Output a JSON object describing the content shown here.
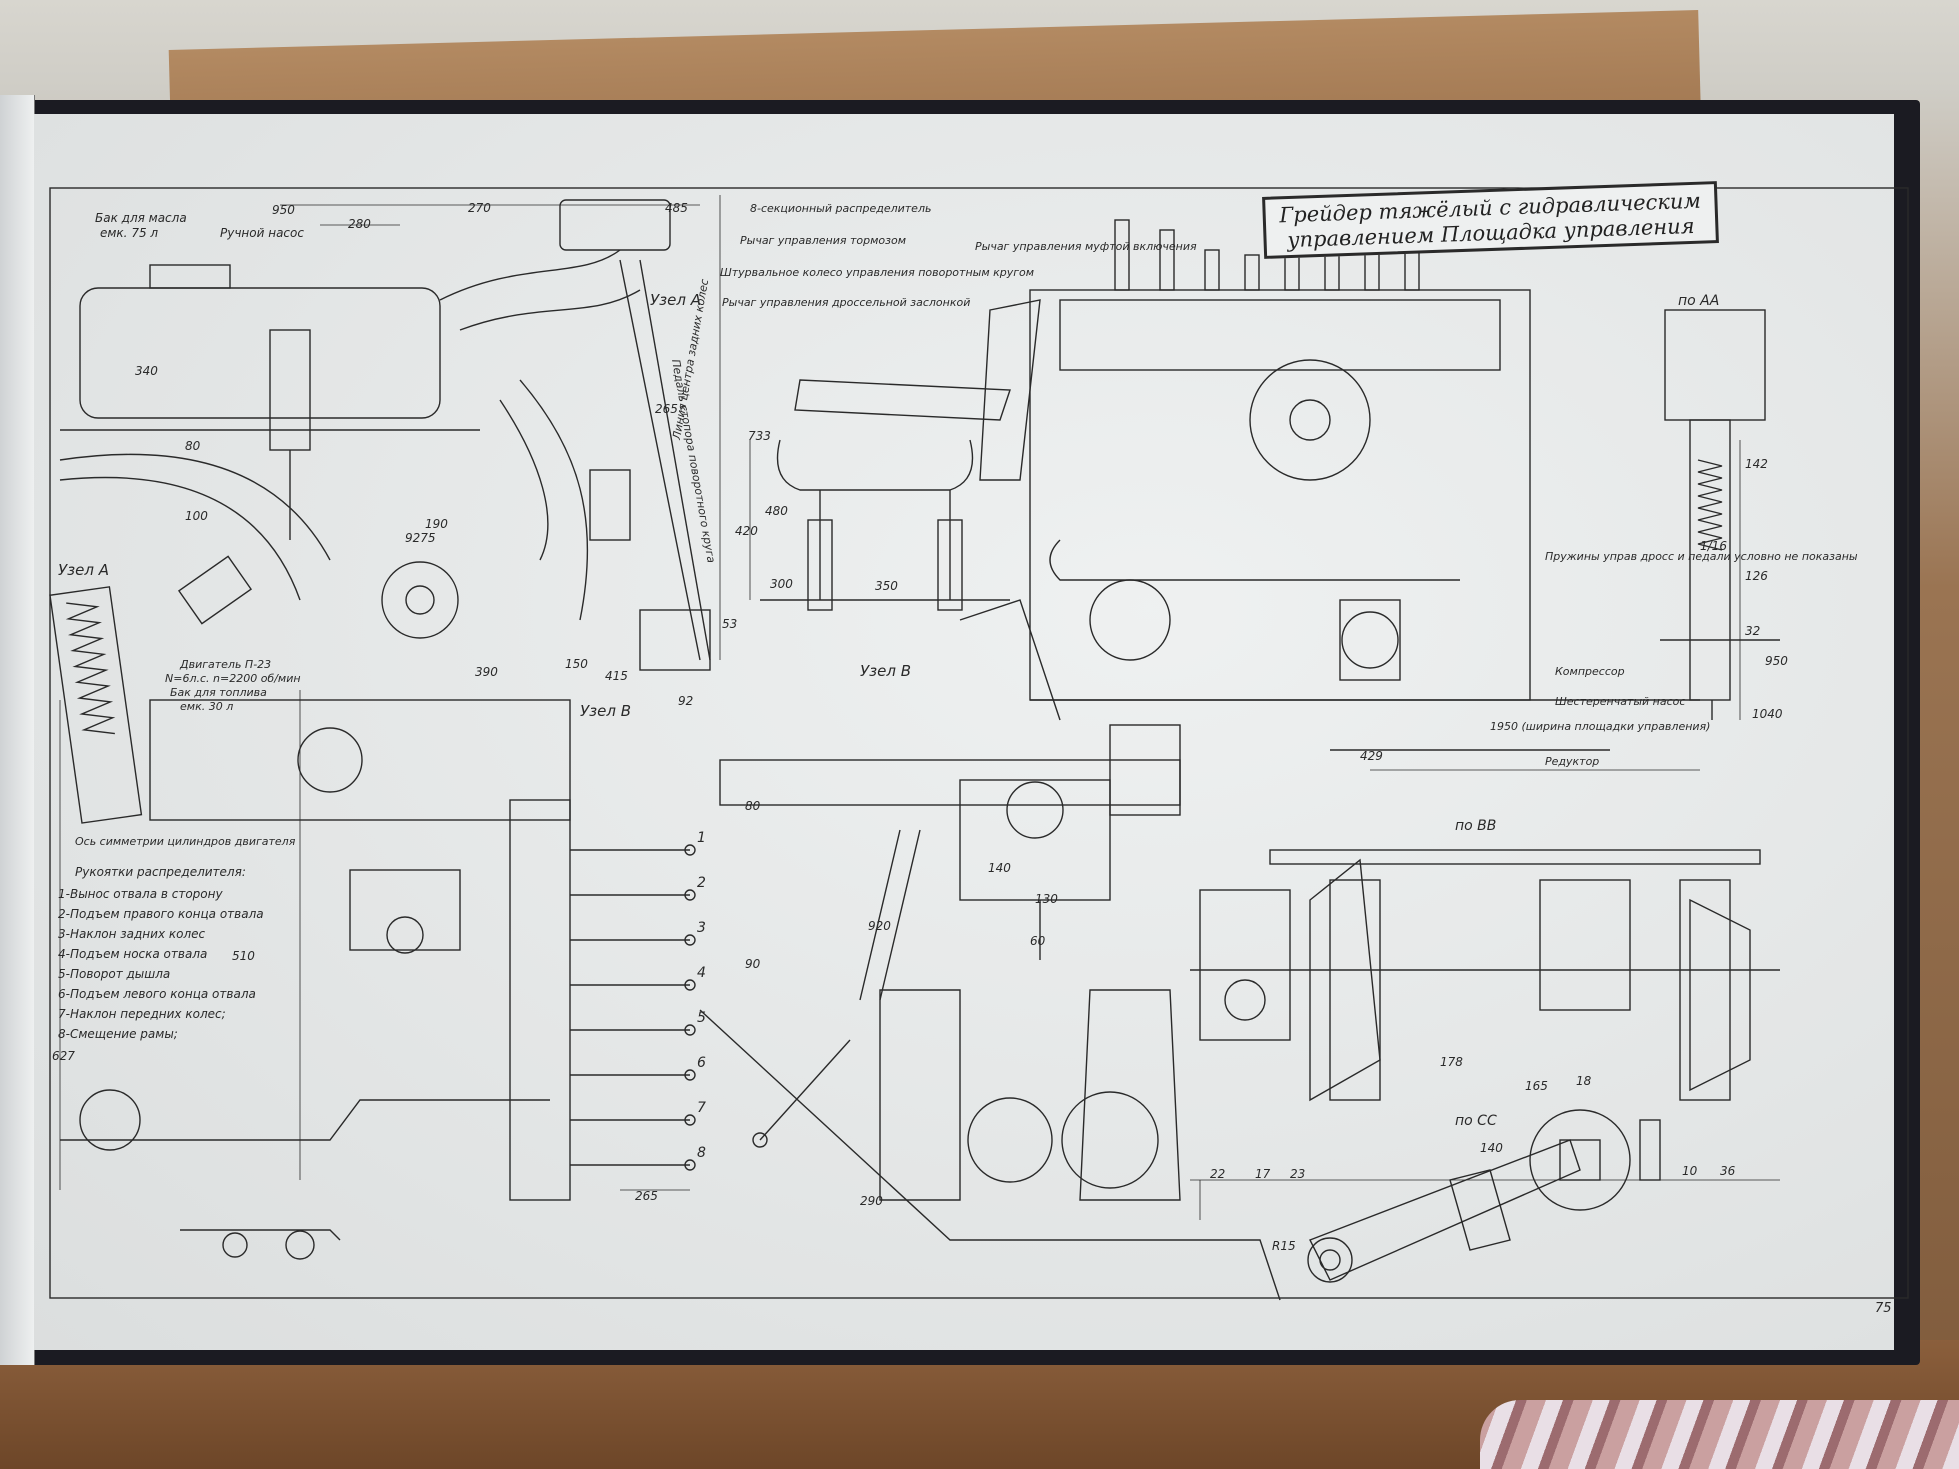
{
  "sheet": {
    "title_line1": "Грейдер тяжёлый с гидравлическим",
    "title_line2": "управлением Площадка управления",
    "page_number": "75"
  },
  "labels": {
    "oil_tank": "Бак для масла",
    "oil_tank_cap": "емк. 75 л",
    "hand_pump": "Ручной насос",
    "distributor": "8-секционный распределитель",
    "brake_lever": "Рычаг управления тормозом",
    "steering_wheel": "Штурвальное колесо управления поворотным кругом",
    "throttle_lever": "Рычаг управления дроссельной заслонкой",
    "clutch_lever": "Рычаг управления муфтой включения",
    "node_a": "Узел А",
    "node_a_side": "Узел А",
    "node_b": "Узел В",
    "node_b_bottom": "Узел В",
    "pedal": "Педаль стопора поворотного круга",
    "rear_wheel_axis": "Линия центра задних колес",
    "engine": "Двигатель П-23",
    "engine_spec": "N=6л.с. n=2200 об/мин",
    "fuel_tank": "Бак для топлива",
    "fuel_tank_cap": "емк. 30 л",
    "cyl_axis": "Ось симметрии цилиндров двигателя",
    "springs_note": "Пружины управ дросс и педали условно не показаны",
    "compressor": "Компрессор",
    "gear_pump": "Шестеренчатый насос",
    "platform_width": "1950 (ширина площадки управления)",
    "reducer": "Редуктор",
    "view_aa": "по АА",
    "view_bb": "по ВВ",
    "view_cc": "по СС"
  },
  "legend": {
    "title": "Рукоятки распределителя:",
    "items": [
      "1-Вынос отвала в сторону",
      "2-Подъем правого конца отвала",
      "3-Наклон задних колес",
      "4-Подъем носка отвала",
      "5-Поворот дышла",
      "6-Подъем левого конца отвала",
      "7-Наклон передних колес;",
      "8-Смещение рамы;"
    ]
  },
  "dimensions": {
    "top": [
      "950",
      "270",
      "485",
      "280"
    ],
    "side": [
      "340",
      "80",
      "100",
      "265",
      "733",
      "480",
      "420",
      "300",
      "350",
      "190",
      "9275",
      "150",
      "415",
      "390",
      "92",
      "53"
    ],
    "aa": [
      "142",
      "126",
      "32",
      "950",
      "1040",
      "1/16"
    ],
    "bottom": [
      "290",
      "265",
      "627",
      "510",
      "80",
      "90",
      "60",
      "140",
      "130",
      "920",
      "429",
      "178",
      "165",
      "18",
      "22",
      "17",
      "23",
      "10",
      "36",
      "140",
      "R15"
    ],
    "handles": [
      "1",
      "2",
      "3",
      "4",
      "5",
      "6",
      "7",
      "8"
    ]
  },
  "colors": {
    "paper": "#e9ecec",
    "ink": "#2a2a2a",
    "board": "#1b1b22",
    "cardboard": "#a07650"
  }
}
